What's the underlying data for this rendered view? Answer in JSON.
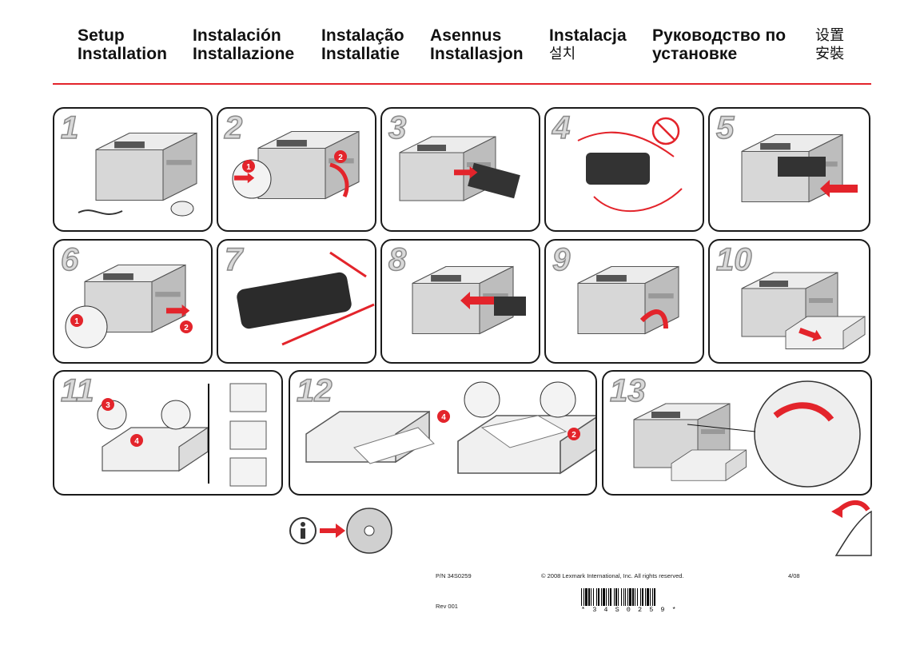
{
  "header": {
    "col1": [
      "Setup",
      "Installation"
    ],
    "col2": [
      "Instalación",
      "Installazione"
    ],
    "col3": [
      "Instalação",
      "Installatie"
    ],
    "col4": [
      "Asennus",
      "Installasjon"
    ],
    "col5": [
      "Instalacja",
      "설치"
    ],
    "col6": [
      "Руководство по",
      "установке"
    ],
    "col7": [
      "设置",
      "安裝"
    ]
  },
  "steps": [
    "1",
    "2",
    "3",
    "4",
    "5",
    "6",
    "7",
    "8",
    "9",
    "10",
    "11",
    "12",
    "13"
  ],
  "callouts": [
    "1",
    "2",
    "3",
    "4"
  ],
  "footer": {
    "part_number": "P/N 34S0259",
    "copyright": "© 2008 Lexmark International, Inc. All rights reserved.",
    "date": "4/08",
    "revision": "Rev 001",
    "barcode_text": "* 3 4 S 0 2 5 9 *"
  },
  "colors": {
    "accent": "#e3242b",
    "outline": "#1a1a1a",
    "printer_gray": "#d7d7d7"
  },
  "icons": [
    "info-icon",
    "arrow-right-icon",
    "cd-icon",
    "page-turn-icon"
  ]
}
